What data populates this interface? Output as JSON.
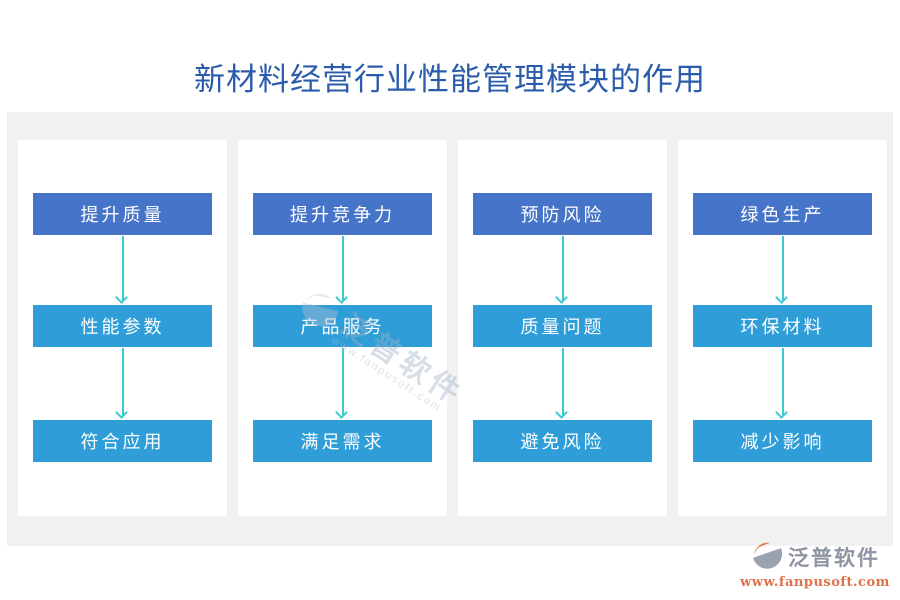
{
  "title": "新材料经营行业性能管理模块的作用",
  "diagram": {
    "columns": [
      {
        "steps": [
          "提升质量",
          "性能参数",
          "符合应用"
        ]
      },
      {
        "steps": [
          "提升竞争力",
          "产品服务",
          "满足需求"
        ]
      },
      {
        "steps": [
          "预防风险",
          "质量问题",
          "避免风险"
        ]
      },
      {
        "steps": [
          "绿色生产",
          "环保材料",
          "减少影响"
        ]
      }
    ]
  },
  "watermark": {
    "brand": "泛普软件",
    "site": "www.fanpusoft.com"
  },
  "footer": {
    "brand": "泛普软件",
    "site": "www.fanpusoft.com"
  },
  "colors": {
    "title_color": "#2a5cab",
    "step_primary": "#4574c9",
    "step_secondary": "#2f9ed8",
    "arrow_color": "#3ec9d0",
    "band_bg": "#f1f1f1",
    "card_bg": "#ffffff",
    "footer_gray": "#8e94a1",
    "footer_orange": "#e0714a"
  }
}
